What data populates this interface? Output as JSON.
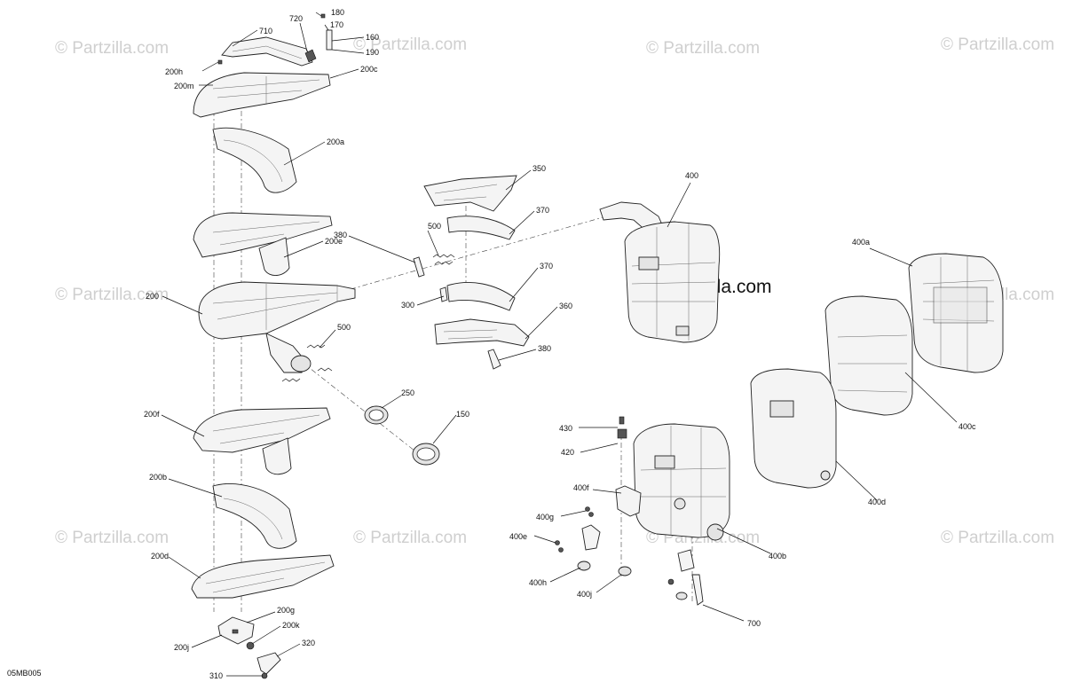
{
  "watermark": {
    "text": "© Partzilla.com"
  },
  "diagram_code": "05MB005",
  "callouts": {
    "c710": "710",
    "c720": "720",
    "c180": "180",
    "c170": "170",
    "c160": "160",
    "c190": "190",
    "c200h": "200h",
    "c200m": "200m",
    "c200c": "200c",
    "c200a": "200a",
    "c200e": "200e",
    "c200": "200",
    "c200f": "200f",
    "c200b": "200b",
    "c200d": "200d",
    "c200g": "200g",
    "c200k": "200k",
    "c200j": "200j",
    "c320": "320",
    "c310": "310",
    "c350": "350",
    "c370a": "370",
    "c370b": "370",
    "c380a": "380",
    "c380b": "380",
    "c500a": "500",
    "c500b": "500",
    "c300": "300",
    "c360": "360",
    "c250": "250",
    "c150": "150",
    "c400": "400",
    "c400a": "400a",
    "c400c": "400c",
    "c400d": "400d",
    "c400b": "400b",
    "c430": "430",
    "c420": "420",
    "c400f": "400f",
    "c400g": "400g",
    "c400e": "400e",
    "c400h": "400h",
    "c400j": "400j",
    "c700": "700"
  }
}
